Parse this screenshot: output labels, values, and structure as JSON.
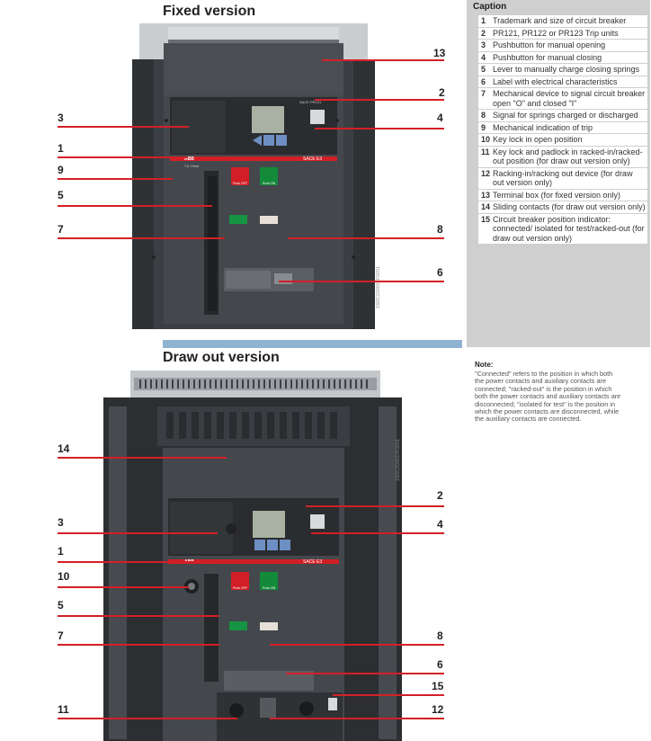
{
  "headings": {
    "fixed": "Fixed version",
    "draw_out": "Draw out version"
  },
  "photo_codes": {
    "fixed": "1SDC200038F0201",
    "draw_out": "1SDC200037F0201"
  },
  "device_text": {
    "brand": "ABB",
    "model": "SACE E3",
    "trip_unit": "SACE PR121",
    "push_off": "Push OFF",
    "push_on": "Push ON",
    "tu_reset": "T.U. Reset"
  },
  "callouts": {
    "fixed": [
      "13",
      "2",
      "3",
      "4",
      "1",
      "9",
      "5",
      "7",
      "8",
      "6"
    ],
    "draw_out": [
      "14",
      "2",
      "3",
      "4",
      "1",
      "10",
      "5",
      "7",
      "8",
      "6",
      "15",
      "11",
      "12"
    ]
  },
  "caption": {
    "title": "Caption",
    "items": [
      {
        "num": "1",
        "text": "Trademark and size of circuit breaker"
      },
      {
        "num": "2",
        "text": "PR121, PR122 or PR123 Trip units"
      },
      {
        "num": "3",
        "text": "Pushbutton for manual opening"
      },
      {
        "num": "4",
        "text": "Pushbutton for manual closing"
      },
      {
        "num": "5",
        "text": "Lever to manually charge closing springs"
      },
      {
        "num": "6",
        "text": "Label with electrical characteristics"
      },
      {
        "num": "7",
        "text": "Mechanical device to signal circuit breaker open \"O\" and closed \"I\""
      },
      {
        "num": "8",
        "text": "Signal for springs charged or discharged"
      },
      {
        "num": "9",
        "text": "Mechanical indication of trip"
      },
      {
        "num": "10",
        "text": "Key lock in open position"
      },
      {
        "num": "11",
        "text": "Key lock and padlock in racked-in/racked-out position (for draw out version only)"
      },
      {
        "num": "12",
        "text": "Racking-in/racking out device (for draw out version only)"
      },
      {
        "num": "13",
        "text": "Terminal box (for fixed version only)"
      },
      {
        "num": "14",
        "text": "Sliding contacts (for draw out version only)"
      },
      {
        "num": "15",
        "text": "Circuit breaker position indicator: connected/ isolated for test/racked-out (for draw out version only)"
      }
    ]
  },
  "note": {
    "title": "Note:",
    "text": "\"Connected\" refers to the position in which both the power contacts and auxiliary contacts are connected; \"racked-out\" is the position in which both the power contacts and auxiliary contacts are disconnected; \"isolated for test\" is the position in which the power contacts are disconnected, while the auxiliary contacts are connected."
  }
}
